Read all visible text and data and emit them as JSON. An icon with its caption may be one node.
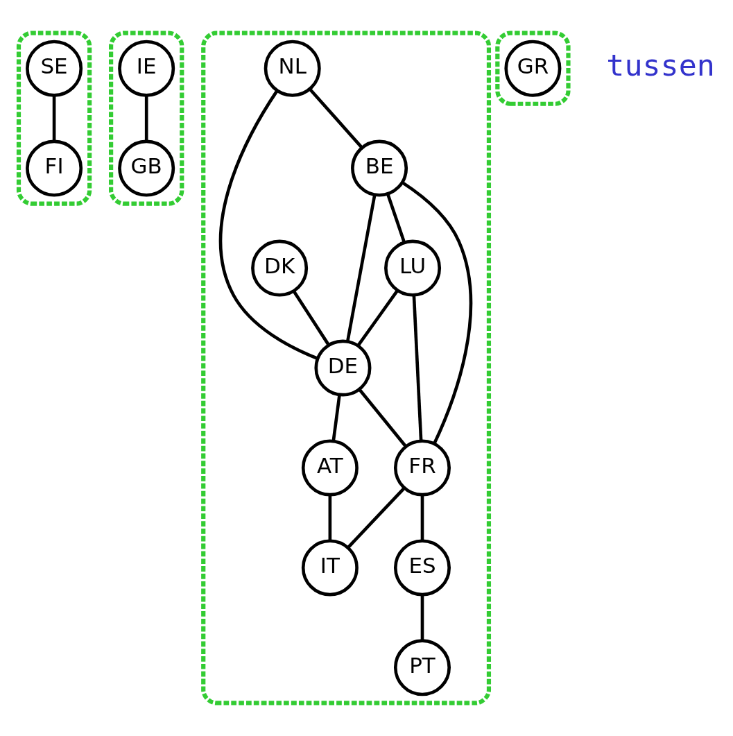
{
  "diagram": {
    "nodes": [
      {
        "text": [],
        "shape": "cloud"
      },
      {
        "text": [
          "FI"
        ],
        "in": 0
      },
      {
        "text": [
          "SE"
        ],
        "in": 0
      },
      {
        "text": [],
        "shape": "cloud"
      },
      {
        "text": [
          "GB"
        ],
        "in": 3
      },
      {
        "text": [
          "IE"
        ],
        "in": 3
      },
      {
        "text": [],
        "shape": "cloud"
      },
      {
        "text": [
          "DK"
        ],
        "in": 6
      },
      {
        "text": [
          "NL"
        ],
        "in": 6
      },
      {
        "text": [
          "DE"
        ],
        "in": 6
      },
      {
        "text": [
          "BE"
        ],
        "in": 6
      },
      {
        "text": [
          "LU"
        ],
        "in": 6
      },
      {
        "text": [
          "AT"
        ],
        "in": 6
      },
      {
        "text": [
          "FR"
        ],
        "in": 6
      },
      {
        "text": [
          "IT"
        ],
        "in": 6
      },
      {
        "text": [
          "ES"
        ],
        "in": 6
      },
      {
        "text": [
          "PT"
        ],
        "in": 6
      },
      {
        "text": [],
        "shape": "cloud"
      },
      {
        "text": [
          "GR"
        ],
        "in": 17
      }
    ],
    "edges": [
      {
        "from": 2,
        "to": 1,
        "arrow": "none"
      },
      {
        "from": 5,
        "to": 4,
        "arrow": "none"
      },
      {
        "from": 7,
        "to": 9,
        "arrow": "none"
      },
      {
        "from": 8,
        "to": 9,
        "arrow": "none"
      },
      {
        "from": 8,
        "to": 10,
        "arrow": "none"
      },
      {
        "from": 10,
        "to": 9,
        "arrow": "none"
      },
      {
        "from": 10,
        "to": 11,
        "arrow": "none"
      },
      {
        "from": 11,
        "to": 9,
        "arrow": "none"
      },
      {
        "from": 9,
        "to": 13,
        "arrow": "none"
      },
      {
        "from": 9,
        "to": 12,
        "arrow": "none"
      },
      {
        "from": 10,
        "to": 13,
        "arrow": "none"
      },
      {
        "from": 11,
        "to": 13,
        "arrow": "none"
      },
      {
        "from": 12,
        "to": 14,
        "arrow": "none"
      },
      {
        "from": 13,
        "to": 14,
        "arrow": "none"
      },
      {
        "from": 13,
        "to": 15,
        "arrow": "none"
      },
      {
        "from": 15,
        "to": 16,
        "arrow": "none"
      }
    ],
    "labels": [
      "tussen"
    ]
  }
}
